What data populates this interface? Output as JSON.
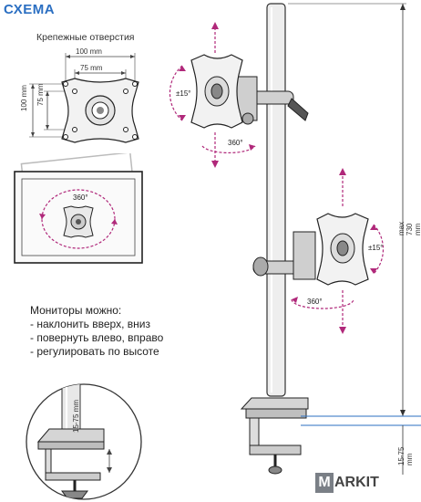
{
  "title": "СХЕМА",
  "holes_title": "Крепежные отверстия",
  "dims": {
    "w100": "100 mm",
    "w75": "75 mm",
    "h100": "100 mm",
    "h75": "75 mm",
    "max730": "max 730 mm",
    "clamp": "15-75 mm",
    "side": "15-75 mm"
  },
  "angles": {
    "rot360": "360°",
    "tilt15": "±15°"
  },
  "features_title": "Мониторы можно:",
  "features": [
    "- наклонить вверх, вниз",
    "- повернуть влево, вправо",
    "- регулировать по высоте"
  ],
  "logo": {
    "m": "M",
    "rest": "ARKIT"
  }
}
